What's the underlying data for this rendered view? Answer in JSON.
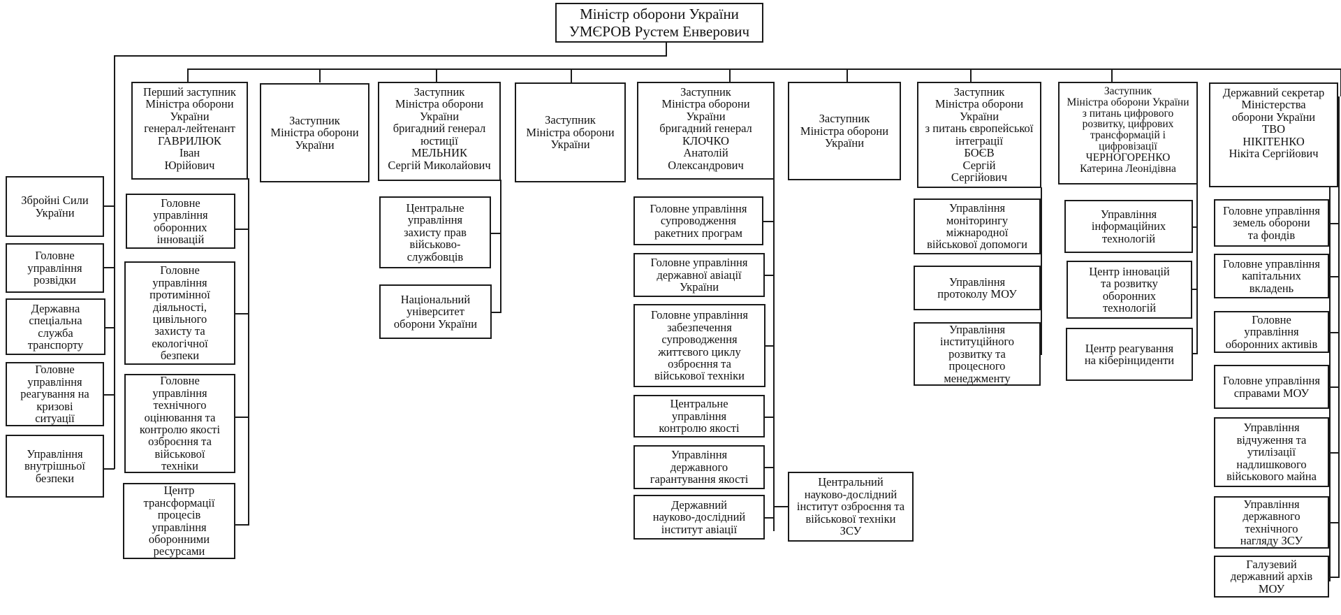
{
  "minister": "Міністр оборони України\nУМЄРОВ Рустем Енверович",
  "left_column": [
    "Збройні Сили\nУкраїни",
    "Головне\nуправління\nрозвідки",
    "Державна\nспеціальна\nслужба\nтранспорту",
    "Головне\nуправління\nреагування на\nкризові\nситуації",
    "Управління\nвнутрішньої\nбезпеки"
  ],
  "deputies": {
    "d1": "Перший заступник\nМіністра оборони\nУкраїни\nгенерал-лейтенант\nГАВРИЛЮК\nІван\nЮрійович",
    "d2": "Заступник\nМіністра оборони\nУкраїни",
    "d3": "Заступник\nМіністра оборони\nУкраїни\nбригадний генерал\nюстиції\nМЕЛЬНИК\nСергій Миколайович",
    "d4": "Заступник\nМіністра оборони\nУкраїни",
    "d5": "Заступник\nМіністра оборони\nУкраїни\nбригадний генерал\nКЛОЧКО\nАнатолій\nОлександрович",
    "d6": "Заступник\nМіністра оборони\nУкраїни",
    "d7": "Заступник\nМіністра оборони\nУкраїни\nз питань європейської\nінтеграції\nБОЄВ\nСергій\nСергійович",
    "d8": "Заступник\nМіністра оборони України\nз питань цифрового\nрозвитку, цифрових\nтрансформацій і\nцифровізації\nЧЕРНОГОРЕНКО\nКатерина Леонідівна",
    "d9": "Державний секретар\nМіністерства\nоборони України\nТВО\nНІКІТЕНКО\nНікіта Сергійович"
  },
  "units": {
    "d1": [
      "Головне\nуправління\nоборонних\nінновацій",
      "Головне\nуправління\nпротимінної\nдіяльності,\nцивільного\nзахисту та\nекологічної\nбезпеки",
      "Головне\nуправління\nтехнічного\nоцінювання та\nконтролю якості\nозброєння та\nвійськової\nтехніки",
      "Центр\nтрансформації\nпроцесів\nуправління\nоборонними\nресурсами"
    ],
    "d3": [
      "Центральне\nуправління\nзахисту прав\nвійськово-\nслужбовців",
      "Національний\nуніверситет\nоборони України"
    ],
    "d5": [
      "Головне управління\nсупроводження\nракетних програм",
      "Головне управління\nдержавної авіації\nУкраїни",
      "Головне управління\nзабезпечення\nсупроводження\nжиттєвого циклу\nозброєння та\nвійськової техніки",
      "Центральне\nуправління\nконтролю якості",
      "Управління\nдержавного\nгарантування якості",
      "Державний\nнауково-дослідний\nінститут авіації",
      "Центральний\nнауково-дослідний\nінститут озброєння та\nвійськової техніки\nЗСУ"
    ],
    "d7": [
      "Управління\nмоніторингу\nміжнародної\nвійськової допомоги",
      "Управління\nпротоколу МОУ",
      "Управління\nінституційного\nрозвитку та\nпроцесного\nменеджменту"
    ],
    "d8": [
      "Управління\nінформаційних\nтехнологій",
      "Центр інновацій\nта розвитку\nоборонних\nтехнологій",
      "Центр реагування\nна кіберінциденти"
    ],
    "d9": [
      "Головне управління\nземель оборони\nта фондів",
      "Головне управління\nкапітальних\nвкладень",
      "Головне\nуправління\nоборонних активів",
      "Головне управління\nсправами МОУ",
      "Управління\nвідчуження та\nутилізації\nнадлишкового\nвійськового майна",
      "Управління\nдержавного\nтехнічного\nнагляду ЗСУ",
      "Галузевий\nдержавний архів\nМОУ"
    ]
  }
}
